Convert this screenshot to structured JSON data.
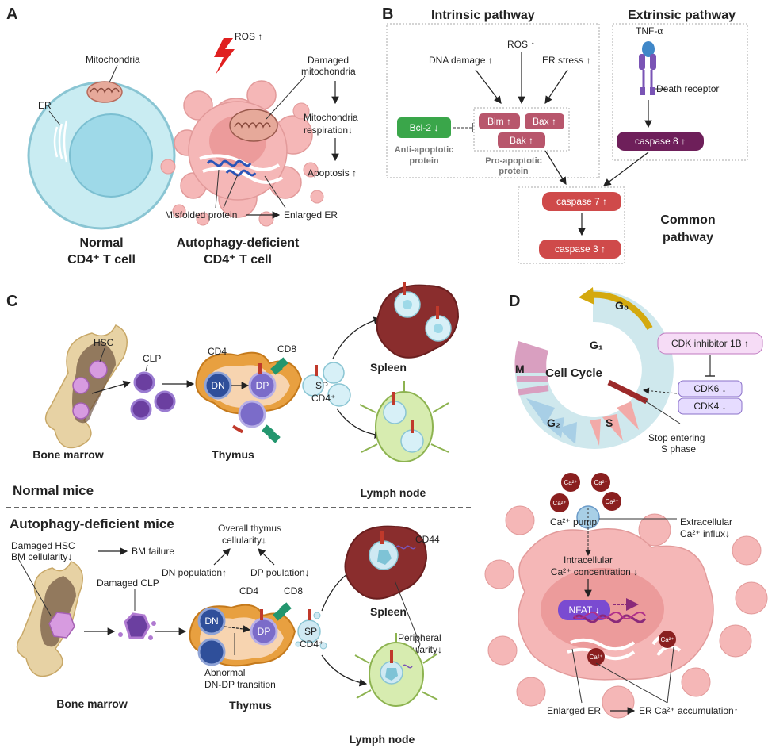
{
  "panels": {
    "a": {
      "letter": "A",
      "ros": "ROS ↑",
      "mitochondria": "Mitochondria",
      "er": "ER",
      "damaged_mito_1": "Damaged",
      "damaged_mito_2": "mitochondria",
      "mito_resp_1": "Mitochondria",
      "mito_resp_2": "respiration↓",
      "apoptosis": "Apoptosis ↑",
      "misfolded": "Misfolded protein",
      "enlarged_er": "Enlarged ER",
      "normal_1": "Normal",
      "normal_2": "CD4⁺ T cell",
      "deficient_1": "Autophagy-deficient",
      "deficient_2": "CD4⁺ T cell"
    },
    "b": {
      "letter": "B",
      "intrinsic": "Intrinsic pathway",
      "extrinsic": "Extrinsic pathway",
      "ros": "ROS ↑",
      "dna_damage": "DNA damage ↑",
      "er_stress": "ER stress ↑",
      "tnf": "TNF-α",
      "death_receptor": "Death receptor",
      "bcl2": "Bcl-2 ↓",
      "bim": "Bim ↑",
      "bax": "Bax ↑",
      "bak": "Bak ↑",
      "anti_1": "Anti-apoptotic",
      "anti_2": "protein",
      "pro_1": "Pro-apoptotic",
      "pro_2": "protein",
      "caspase8": "caspase 8 ↑",
      "caspase7": "caspase 7 ↑",
      "caspase3": "caspase 3 ↑",
      "common_1": "Common",
      "common_2": "pathway"
    },
    "c": {
      "letter": "C",
      "hsc": "HSC",
      "clp": "CLP",
      "cd4": "CD4",
      "cd8": "CD8",
      "dn": "DN",
      "dp": "DP",
      "sp": "SP",
      "cd4plus": "CD4⁺",
      "bone_marrow": "Bone marrow",
      "thymus": "Thymus",
      "spleen": "Spleen",
      "lymph_node": "Lymph node",
      "normal_mice": "Normal mice",
      "deficient_mice": "Autophagy-deficient mice",
      "damaged_hsc": "Damaged HSC",
      "bm_cellularity": "BM cellularity↓",
      "bm_failure": "BM failure",
      "overall_1": "Overall thymus",
      "overall_2": "cellularity↓",
      "damaged_clp": "Damaged CLP",
      "dn_pop": "DN population↑",
      "dp_pop": "DP poulation↓",
      "cd44": "CD44",
      "peripheral_1": "Peripheral",
      "peripheral_2": "cellularity↓",
      "abnormal_1": "Abnormal",
      "abnormal_2": "DN-DP transition"
    },
    "d": {
      "letter": "D",
      "g0": "G₀",
      "g1": "G₁",
      "g2": "G₂",
      "m": "M",
      "s": "S",
      "cell_cycle": "Cell Cycle",
      "cdk_inhibitor": "CDK inhibitor 1B ↑",
      "cdk6": "CDK6 ↓",
      "cdk4": "CDK4 ↓",
      "stop_1": "Stop entering",
      "stop_2": "S phase",
      "ca": "Ca²⁺",
      "ca_pump": "Ca²⁺ pump",
      "extra_1": "Extracellular",
      "extra_2": "Ca²⁺ influx↓",
      "intra_1": "Intracellular",
      "intra_2": "Ca²⁺ concentration ↓",
      "nfat": "NFAT ↓",
      "enlarged_er": "Enlarged ER",
      "er_ca": "ER Ca²⁺ accumulation↑"
    }
  },
  "colors": {
    "caspase_red": "#cf4a4a",
    "bcl2_green": "#3aa64a",
    "pro_box": "#b8566c",
    "caspase8_purple": "#6e1f5a",
    "cell_pink": "#f5b7b7",
    "normal_cell": "#c9ecf2",
    "spleen": "#8a2d2d",
    "thymus_orange": "#e8a040",
    "dn_blue": "#2f4f9a",
    "dp_purple": "#7b6cc9",
    "clp_purple": "#6b3fa0",
    "cdk_box": "#e6dcff",
    "nfat": "#7a4bd1"
  }
}
